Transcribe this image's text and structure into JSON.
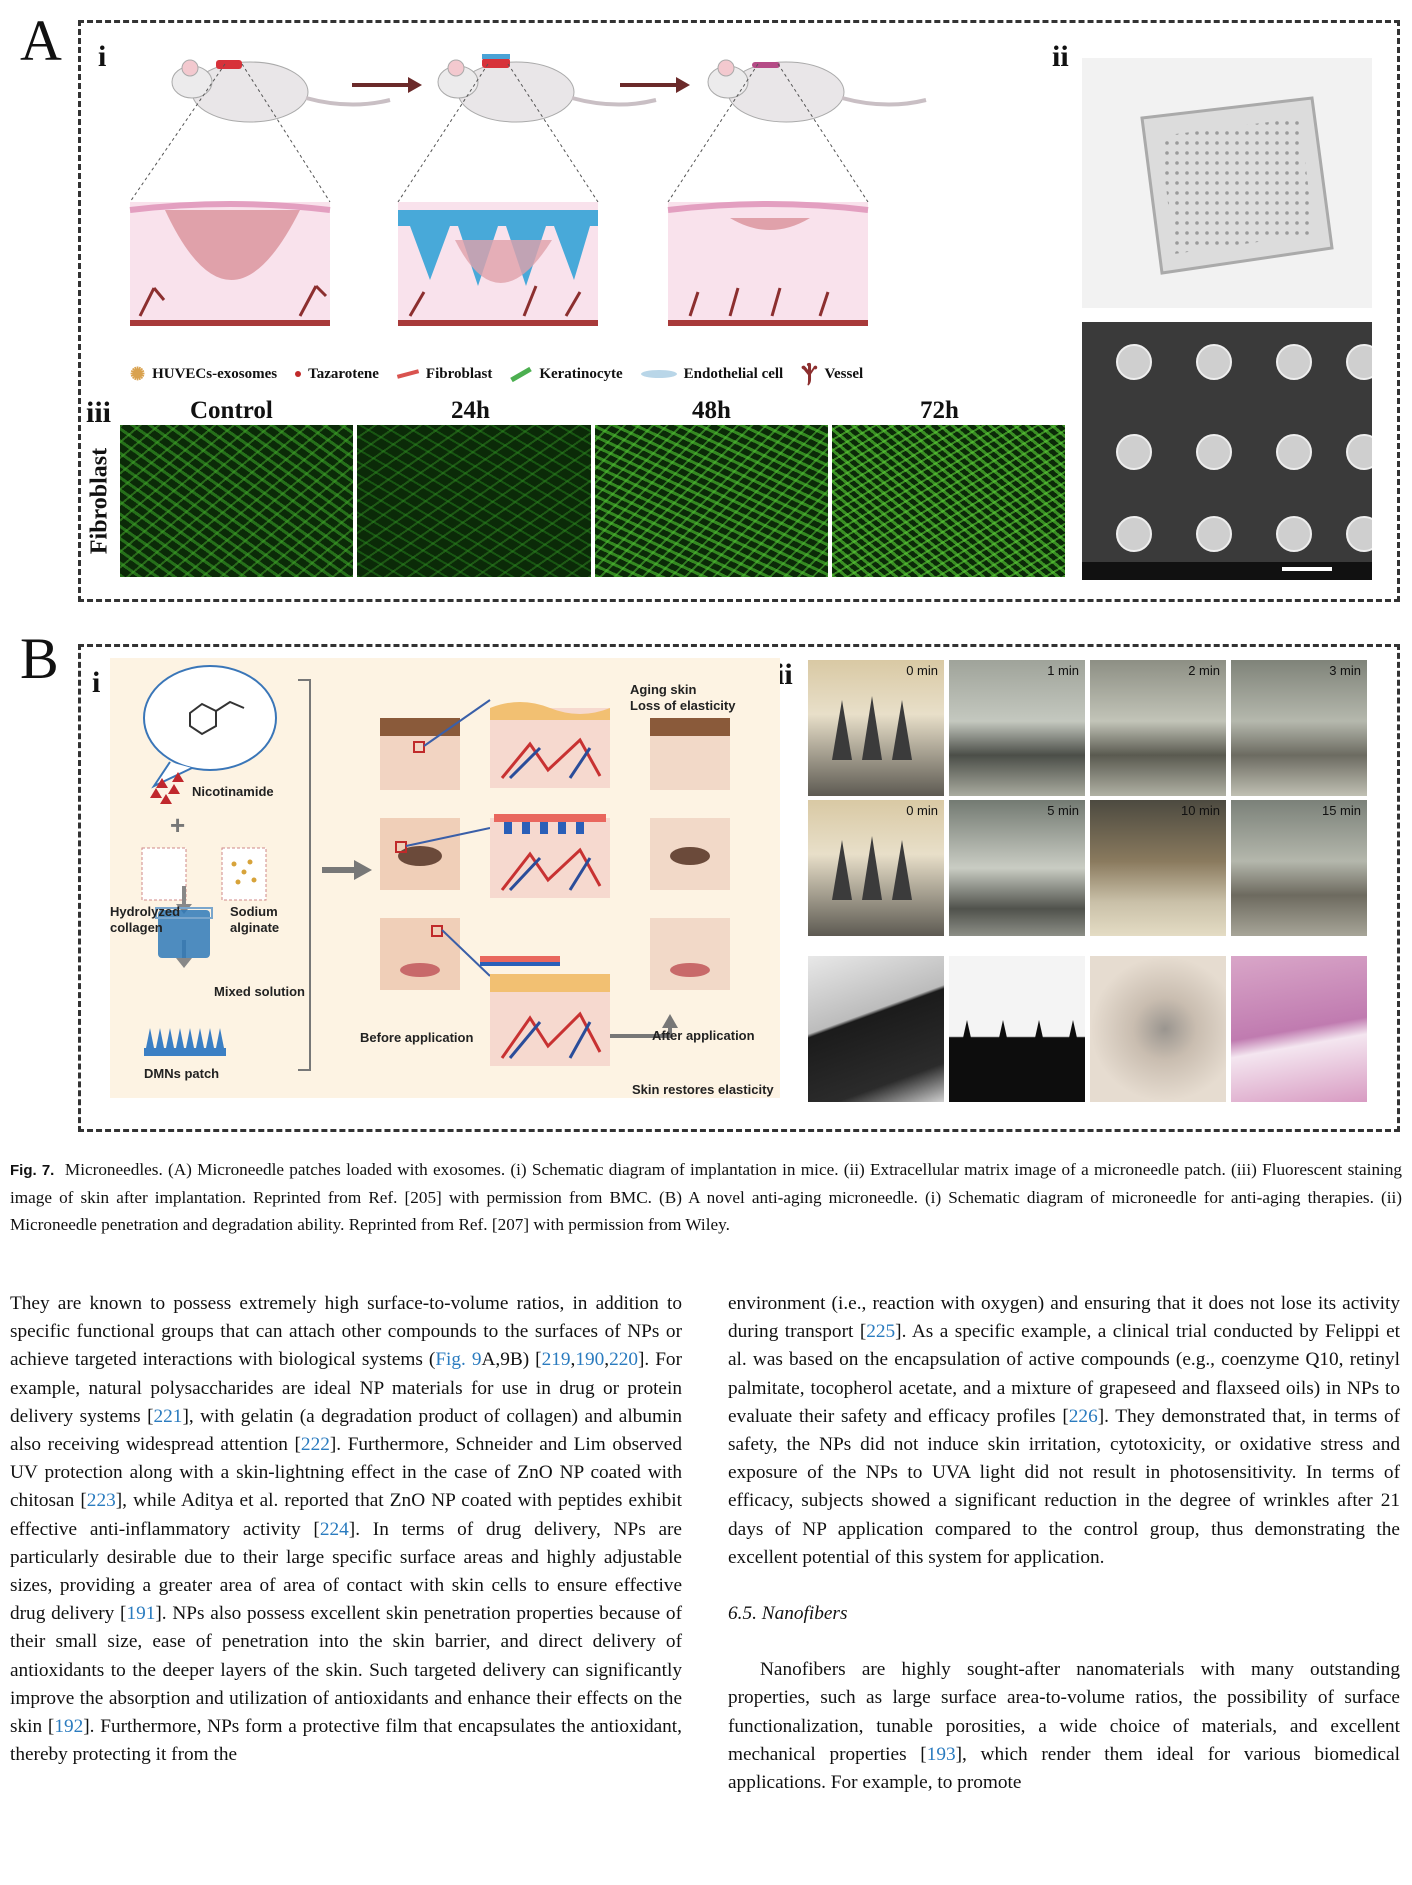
{
  "panel_a": {
    "letter": "A",
    "sub_i": "i",
    "sub_ii": "ii",
    "sub_iii": "iii",
    "legend": [
      "HUVECs-exosomes",
      "Tazarotene",
      "Fibroblast",
      "Keratinocyte",
      "Endothelial cell",
      "Vessel"
    ],
    "fluo_titles": [
      "Control",
      "24h",
      "48h",
      "72h"
    ],
    "row_label": "Fibroblast"
  },
  "panel_b": {
    "letter": "B",
    "sub_i": "i",
    "sub_ii": "ii",
    "nicotinamide": "Nicotinamide",
    "plus": "+",
    "hydrolyzed_collagen": "Hydrolyzed collagen",
    "sodium_alginate": "Sodium alginate",
    "mixed_solution": "Mixed solution",
    "dmns_patch": "DMNs patch",
    "before_application": "Before application",
    "after_application": "After application",
    "aging_skin": "Aging skin",
    "loss_of_elasticity": "Loss of elasticity",
    "skin_restores": "Skin restores elasticity",
    "times_row1": [
      "0 min",
      "1 min",
      "2 min",
      "3 min"
    ],
    "times_row2": [
      "0 min",
      "5 min",
      "10 min",
      "15 min"
    ]
  },
  "caption": {
    "label": "Fig. 7.",
    "text": "Microneedles. (A) Microneedle patches loaded with exosomes. (i) Schematic diagram of implantation in mice. (ii) Extracellular matrix image of a microneedle patch. (iii) Fluorescent staining image of skin after implantation. Reprinted from Ref. [205] with permission from BMC. (B) A novel anti-aging microneedle. (i) Schematic diagram of microneedle for anti-aging therapies. (ii) Microneedle penetration and degradation ability. Reprinted from Ref. [207] with permission from Wiley."
  },
  "left_column": [
    "They are known to possess extremely high surface-to-volume ratios, in addition to specific functional groups that can attach other compounds to the surfaces of NPs or achieve targeted interactions with biological systems (",
    "Fig. 9",
    "A,9B) [",
    "219",
    ",",
    "190",
    ",",
    "220",
    "]. For example, natural polysaccharides are ideal NP materials for use in drug or protein delivery systems [",
    "221",
    "], with gelatin (a degradation product of collagen) and albumin also receiving widespread attention [",
    "222",
    "]. Furthermore, Schneider and Lim observed UV protection along with a skin-lightning effect in the case of ZnO NP coated with chitosan [",
    "223",
    "], while Aditya et al. reported that ZnO NP coated with peptides exhibit effective anti-inflammatory activity [",
    "224",
    "]. In terms of drug delivery, NPs are particularly desirable due to their large specific surface areas and highly adjustable sizes, providing a greater area of area of contact with skin cells to ensure effective drug delivery [",
    "191",
    "]. NPs also possess excellent skin penetration properties because of their small size, ease of penetration into the skin barrier, and direct delivery of antioxidants to the deeper layers of the skin. Such targeted delivery can significantly improve the absorption and utilization of antioxidants and enhance their effects on the skin [",
    "192",
    "]. Furthermore, NPs form a protective film that encapsulates the antioxidant, thereby protecting it from the"
  ],
  "right_column": {
    "para1": [
      "environment (i.e., reaction with oxygen) and ensuring that it does not lose its activity during transport [",
      "225",
      "]. As a specific example, a clinical trial conducted by Felippi et al. was based on the encapsulation of active compounds (e.g., coenzyme Q10, retinyl palmitate, tocopherol acetate, and a mixture of grapeseed and flaxseed oils) in NPs to evaluate their safety and efficacy profiles [",
      "226",
      "]. They demonstrated that, in terms of safety, the NPs did not induce skin irritation, cytotoxicity, or oxidative stress and exposure of the NPs to UVA light did not result in photosensitivity. In terms of efficacy, subjects showed a significant reduction in the degree of wrinkles after 21 days of NP application compared to the control group, thus demonstrating the excellent potential of this system for application."
    ],
    "section_title": "6.5.  Nanofibers",
    "para2": [
      "Nanofibers are highly sought-after nanomaterials with many outstanding properties, such as large surface area-to-volume ratios, the possibility of surface functionalization, tunable porosities, a wide choice of materials, and excellent mechanical properties [",
      "193",
      "], which render them ideal for various biomedical applications. For example, to promote"
    ]
  }
}
